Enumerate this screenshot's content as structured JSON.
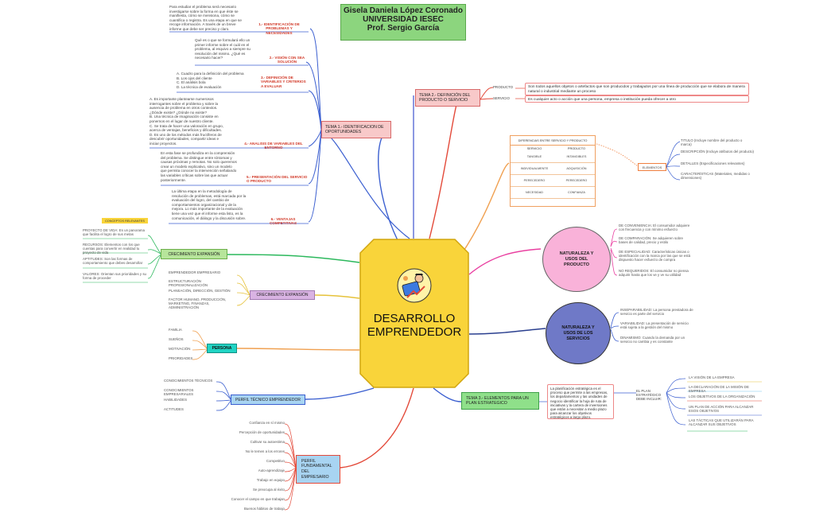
{
  "title": {
    "line1": "Gisela Daniela López Coronado",
    "line2": "UNIVERSIDAD IESEC",
    "line3": "Prof. Sergio García"
  },
  "center": {
    "line1": "DESARROLLO",
    "line2": "EMPRENDEDOR"
  },
  "tema1": {
    "label": "TEMA 1.- IDENTIFICACION DE OPORTUNIDADES",
    "items": [
      {
        "heading": "1.- IDENTIFICACIÓN DE PROBLEMAS Y NECESIDADES",
        "text": "Para estudiar el problema será necesario investigarse sobre la forma en que éste se manifiesta, cómo se mensiona, cómo se cuantifica o registra. Es una etapa en que se recoge información. A través de un breve informe que debe ser preciso y claro."
      },
      {
        "heading": "2.- VISIÓN CON SEA SOLUCIÓN",
        "text": "Qué es o que se formulará ello un primer informe sobre el cuál en el problema, al esquivo a siempre su resolución del mismo. ¿Qué es necesario hacer?"
      },
      {
        "heading": "3.- DEFINICIÓN DE VARIABLES Y CRITERIOS A EVALUAR",
        "text": "A. Cuadro para la definición del problema\nB. Los ojos del cliente\nC. El análisis bola\nD. La técnica de evaluación"
      },
      {
        "heading": "4.- ANALISIS DE VARIABLES DEL ENTORNO",
        "text": "A. Es importante plantearse numerosos interrogantes sobre el problema y sobre la ausencia de problema en otros contextos. ¿Dónde existe? ¿Dónde no existe?\nB. Una técnica de imaginación consiste en ponernos en el lugar de nuestro cliente.\nC. Se trata de hacer una valoración en grupo, acerca de ventajas, beneficios y dificultades.\nD. Es uno de los métodos más fructíferos de descubrir oportunidades, compartir ideas e iniciar proyectos."
      },
      {
        "heading": "5.- PRESENTACIÓN DEL SERVICIO O PRODUCTO",
        "text": "En esta fase se profundiza en la comprensión del problema. Se distingue entre síntomas y causas próximas y remotas. No solo queremos crear un modelo explicativo, sino un modelo que permita conocer la intervención señalando las variables críticas sobre las que actuar posteriormente."
      },
      {
        "heading": "6.- VENTAJAS COMPETITIVAS",
        "text": "La última etapa en la metodología de resolución de problemas, está marcada por la evaluación del logro, del cambio de comportamientos organizacional y de la mejora. Lo más importante de la evaluación tiene una vez que el informe esta listo, es la comunicación, el diálogo y la discusión sobre."
      }
    ]
  },
  "crecimiento1": {
    "label": "CRECIMIENTO EXPANSIÓN",
    "tag": "CONCEPTOS RELEVANTES",
    "items": [
      "PROYECTO DE VIDA: Es un panorama que facilita el logro de sus metas",
      "RECURSOS: Elementos con los que cuentas para convertir en realidad tu proyecto de vida",
      "APTITUDES: Son las formas de comportamiento que debes desarrollar",
      "VALORES: Orientan sus prioridades y su forma de proceder"
    ]
  },
  "crecimiento2": {
    "label": "CRECIMIENTO EXPANSIÓN",
    "items": [
      "EMPRENDEDOR EMPRESARIO",
      "ESTRUCTURACIÓN PROFESIONALIZACIÓN",
      "PLANEACIÓN, DIRECCIÓN, GESTIÓN",
      "FACTOR HUMANO, PRODUCCIÓN, MARKETING, FINANZAS, ADMINISTRACIÓN"
    ]
  },
  "persona": {
    "label": "PERSONA",
    "items": [
      "FAMILIA",
      "SUEÑOS",
      "MOTIVACIÓN",
      "PRIORIDADES"
    ]
  },
  "perfilTecnico": {
    "label": "PERFIL TÉCNICO EMPRENDEDOR",
    "items": [
      "CONOCIMIENTOS TÉCNICOS",
      "CONOCIMIENTOS EMPRESARIALES",
      "HABILIDADES",
      "ACTITUDES"
    ]
  },
  "perfilFundamental": {
    "label": "PERFIL FUNDAMENTAL DEL EMPRESARIO",
    "items": [
      "Confianza en sí mismo",
      "Percepción de oportunidades",
      "Cultivar su autoestima",
      "No le temen a los errores",
      "Competitivo",
      "Auto-aprendizaje",
      "Trabajo en equipo",
      "Se preocupa al éxito",
      "Conocer el campo en que trabajan",
      "Buenos hábitos de trabajo"
    ]
  },
  "tema2": {
    "label": "TEMA 2.- DEFINICIÓN DEL PRODUCTO O SERVICIO",
    "producto": {
      "tag": "PRODUCTO",
      "text": "Son todos aquellos objetos o artefactos que son producidos y trabajados por una línea de producción que se elabora de manera natural o industrial mediante un proceso"
    },
    "servicio": {
      "tag": "SERVICIO",
      "text": "Es cualquier acto o acción que una persona, empresa o institución pueda ofrecer a otro"
    }
  },
  "diferencias": {
    "title": "DIFERENCIAS ENTRE SERVICIO Y PRODUCTO",
    "headers": [
      "SERVICIO",
      "PRODUCTO"
    ],
    "rows": [
      [
        "TANGIBLE",
        "INTANGIBLES"
      ],
      [
        "INDIVIDUALMENTE",
        "ADQUISICIÓN"
      ],
      [
        "PERECEDERO",
        "PERECEDERO"
      ],
      [
        "NECESIDAD",
        "CONFIANZA"
      ]
    ],
    "elementosLabel": "ELEMENTOS",
    "elementos": [
      "TITULO (Incluye nombre del producto o marca)",
      "DESCRIPCIÓN (Incluye atributos del producto)",
      "DETALLES (Especificaciones relevantes)",
      "CARACTERÍSTICAS (Materiales, medidas o dimensiones)"
    ]
  },
  "naturalezaProducto": {
    "label": "NATURALEZA Y USOS DEL PRODUCTO",
    "items": [
      "DE CONVENIENCIA: El consumidor adquiere con frecuencia y con mínimo esfuerzo",
      "DE COMPARACIÓN: Se adquieren sobre bases de calidad, precio y estilo",
      "DE ESPECIALIDAD: Características únicas o identificación con la marca por las que se está dispuesto hacer esfuerzo de compra",
      "NO REQUERIDOS: El consumidor no piensa adquirir hasta que los ve y ve su utilidad"
    ]
  },
  "naturalezaServicios": {
    "label": "NATURALEZA Y USOS DE LOS SERVICIOS",
    "items": [
      "INSEPARABILIDAD: La persona prestadora de servicio es parte del servicio",
      "VARIABILIDAD: La presentación de servicio está sujeta a la gestión del mismo",
      "DINAMISMO: Cuando la demanda por un servicio no cambia y es constante"
    ]
  },
  "tema3": {
    "label": "TEMA 3.- ELEMENTOS PARA UN PLAN ESTRATEGICO",
    "text": "La planificación estratégica es el proceso que permite a las empresas, los departamentos y las unidades de negocio identificar la hoja de ruta de iniciativas y la cartera de inversiones que están a necesitar a medio plazo para alcanzar los objetivos estratégicos a largo plazo.",
    "mid": "EL PLAN ESTRATÉGICO DEBE INCLUIR:",
    "items": [
      "LA VISIÓN DE LA EMPRESA",
      "LA DECLARACIÓN DE LA MISIÓN DE EMPRESA",
      "LOS OBJETIVOS DE LA ORGANIZACIÓN",
      "UN PLAN DE ACCIÓN PARA ALCANZAR ESOS OBJETIVOS",
      "LAS TÁCTICAS QUE UTILIZARÁN PARA ALCANZAR SUS OBJETIVOS"
    ]
  },
  "colors": {
    "title": "#8cd57e",
    "center": "#f9d43a",
    "tema": "#f8c9c9",
    "green": "#b7e59b",
    "purple": "#d9b3e3",
    "cyan": "#21d4c4",
    "blue": "#a8d4f2",
    "pink": "#f9b2d9",
    "navy": "#6f79c7",
    "plan": "#8fe08a"
  }
}
